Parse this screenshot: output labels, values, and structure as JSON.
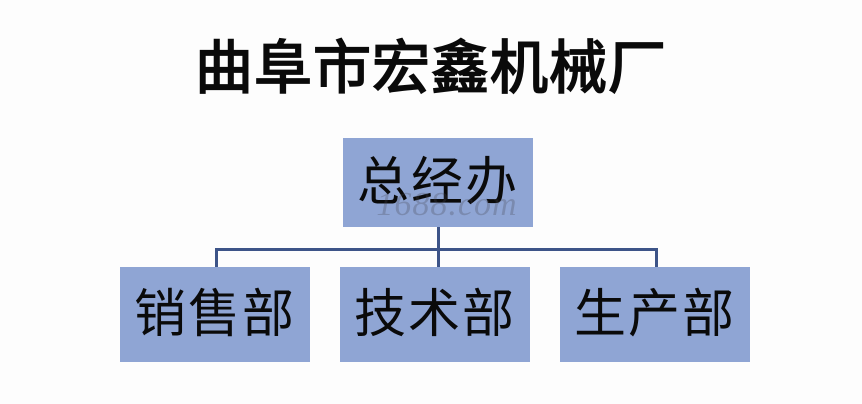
{
  "chart": {
    "type": "org-chart",
    "title": "曲阜市宏鑫机械厂",
    "watermark": "1688.com",
    "colors": {
      "node_fill": "#8fa5d4",
      "connector": "#3d5488",
      "text": "#0a0a0a",
      "background": "#fdfdfd"
    },
    "root": {
      "label": "总经办"
    },
    "children": [
      {
        "label": "销售部"
      },
      {
        "label": "技术部"
      },
      {
        "label": "生产部"
      }
    ]
  }
}
